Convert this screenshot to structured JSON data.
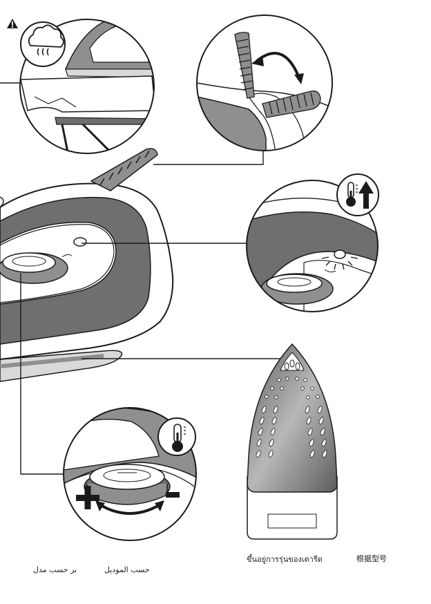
{
  "captions": {
    "thai": "ขึ้นอยู่การรุ่นของเตารีด",
    "chinese": "根据型号",
    "arabic_1": "بر حسب مدل",
    "arabic_2": "حسب الموديل"
  },
  "icons": [
    "warning-icon",
    "steam-cloud-icon",
    "thermometer-icon",
    "arrow-up-icon",
    "plus-icon",
    "minus-icon"
  ],
  "colors": {
    "dark_gray": "#6f6f6f",
    "mid_gray": "#8f8f8f",
    "light_gray": "#d9d9d9",
    "outline": "#1a1a1a",
    "white": "#ffffff"
  }
}
